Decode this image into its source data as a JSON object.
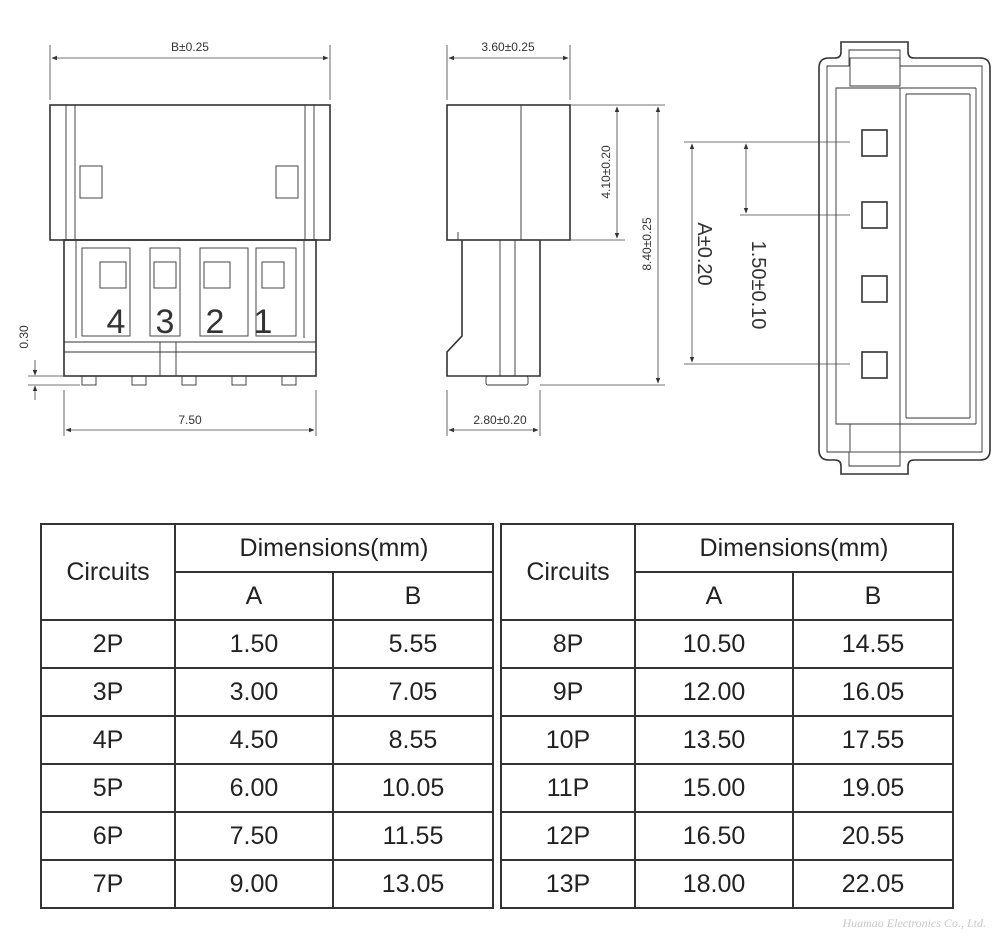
{
  "dimensions": {
    "b_width": "B±0.25",
    "side_width": "3.60±0.25",
    "height_upper": "4.10±0.20",
    "height_total": "8.40±0.25",
    "pin_offset": "0.30",
    "front_base": "7.50",
    "side_base": "2.80±0.20",
    "pitch_a": "A±0.20",
    "pitch": "1.50±0.10"
  },
  "pin_numbers": [
    "4",
    "3",
    "2",
    "1"
  ],
  "table": {
    "col_circuits": "Circuits",
    "col_dimensions": "Dimensions(mm)",
    "col_a": "A",
    "col_b": "B",
    "left_rows": [
      {
        "circuits": "2P",
        "a": "1.50",
        "b": "5.55"
      },
      {
        "circuits": "3P",
        "a": "3.00",
        "b": "7.05"
      },
      {
        "circuits": "4P",
        "a": "4.50",
        "b": "8.55"
      },
      {
        "circuits": "5P",
        "a": "6.00",
        "b": "10.05"
      },
      {
        "circuits": "6P",
        "a": "7.50",
        "b": "11.55"
      },
      {
        "circuits": "7P",
        "a": "9.00",
        "b": "13.05"
      }
    ],
    "right_rows": [
      {
        "circuits": "8P",
        "a": "10.50",
        "b": "14.55"
      },
      {
        "circuits": "9P",
        "a": "12.00",
        "b": "16.05"
      },
      {
        "circuits": "10P",
        "a": "13.50",
        "b": "17.55"
      },
      {
        "circuits": "11P",
        "a": "15.00",
        "b": "19.05"
      },
      {
        "circuits": "12P",
        "a": "16.50",
        "b": "20.55"
      },
      {
        "circuits": "13P",
        "a": "18.00",
        "b": "22.05"
      }
    ]
  },
  "watermark": "Huamao Electronics Co., Ltd."
}
